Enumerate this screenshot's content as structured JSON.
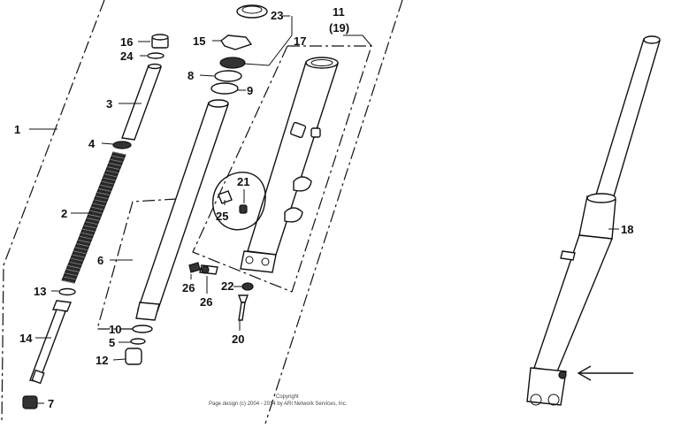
{
  "labels": {
    "l1": "1",
    "l2": "2",
    "l3": "3",
    "l4": "4",
    "l5": "5",
    "l6": "6",
    "l7": "7",
    "l8": "8",
    "l9": "9",
    "l10": "10",
    "l11": "11",
    "l11b": "(19)",
    "l12": "12",
    "l13": "13",
    "l14": "14",
    "l15": "15",
    "l16": "16",
    "l17": "17",
    "l18": "18",
    "l20": "20",
    "l21": "21",
    "l22": "22",
    "l23": "23",
    "l24": "24",
    "l25": "25",
    "l26a": "26",
    "l26b": "26"
  },
  "copyright": {
    "line1": "Copyright",
    "line2": "Page design (c) 2004 - 2014 by ARI Network Services, Inc."
  }
}
